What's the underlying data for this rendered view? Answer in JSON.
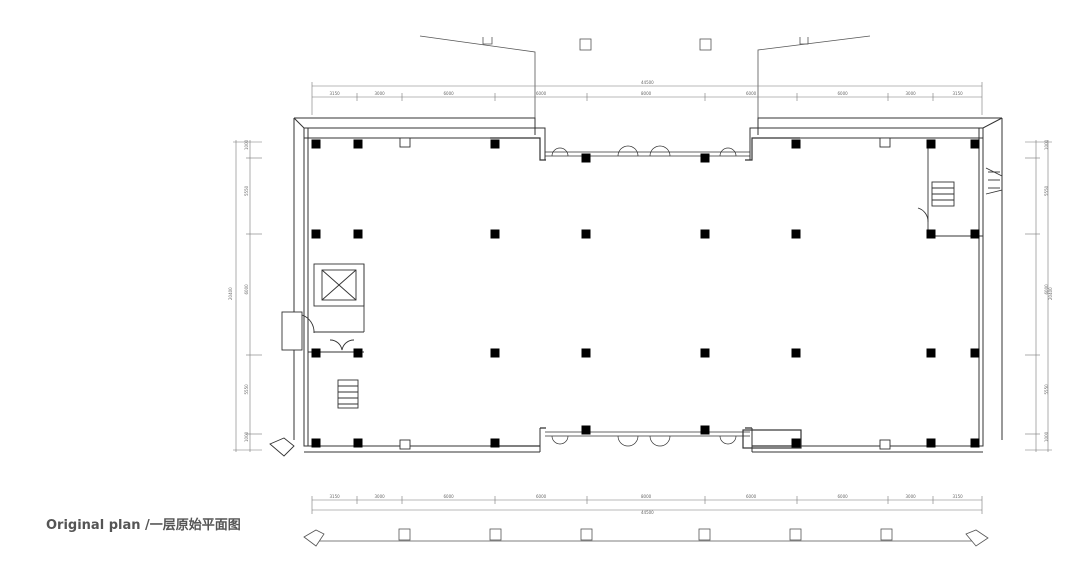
{
  "caption": {
    "english": "Original plan /",
    "chinese": "一层原始平面图"
  },
  "dimensions": {
    "total": "44500",
    "top_segments": [
      "3150",
      "3000",
      "6000",
      "6000",
      "8000",
      "6000",
      "6000",
      "3000",
      "3150"
    ],
    "bottom_segments": [
      "3150",
      "3000",
      "6000",
      "6000",
      "8000",
      "6000",
      "6000",
      "3000",
      "3150"
    ],
    "side_total": "20400",
    "side_segments": [
      "1000",
      "5550",
      "6000",
      "5550",
      "1000"
    ]
  },
  "colors": {
    "line": "#333333",
    "column": "#000000",
    "dim_line": "#777777",
    "caption": "#555555"
  }
}
